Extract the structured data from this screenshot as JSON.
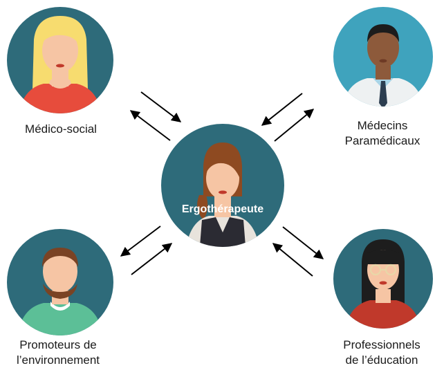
{
  "diagram": {
    "center": {
      "label": "Ergothérapeute",
      "icon": "woman-brown-hair-avatar-icon"
    },
    "nodes": [
      {
        "id": "medico-social",
        "lines": [
          "Médico-social"
        ],
        "icon": "woman-blonde-avatar-icon"
      },
      {
        "id": "medecins",
        "lines": [
          "Médecins",
          "Paramédicaux"
        ],
        "icon": "male-doctor-avatar-icon"
      },
      {
        "id": "promoteurs",
        "lines": [
          "Promoteurs de",
          "l’environnement"
        ],
        "icon": "bearded-man-avatar-icon"
      },
      {
        "id": "education",
        "lines": [
          "Professionnels",
          "de l’éducation"
        ],
        "icon": "woman-glasses-avatar-icon"
      }
    ],
    "colors": {
      "circle": "#2e6b7a",
      "doctor_circle": "#3fa3bd",
      "arrow": "#000000",
      "skin": "#f6c5a4"
    }
  }
}
